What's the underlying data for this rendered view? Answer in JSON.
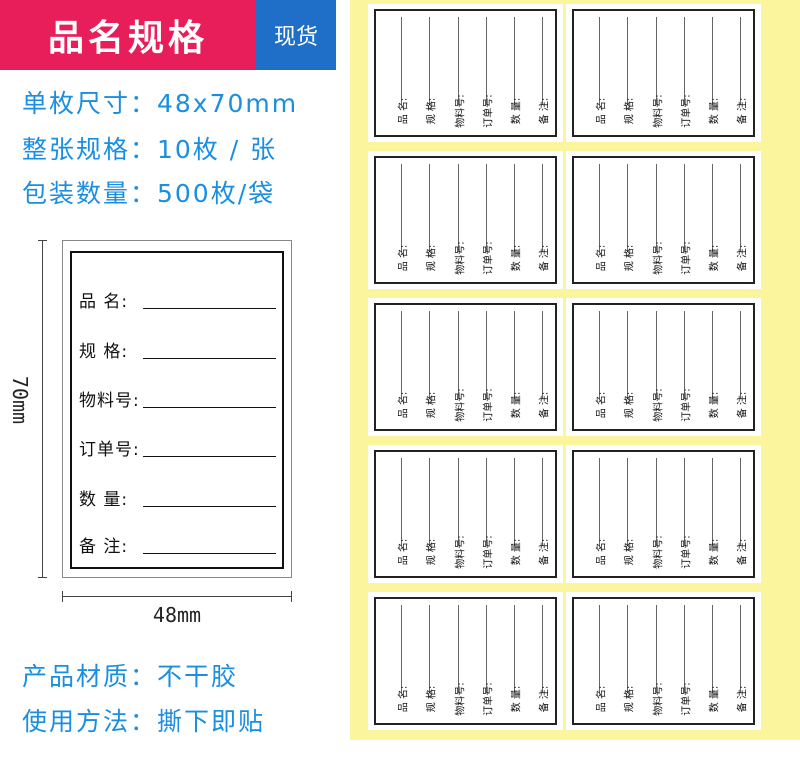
{
  "header": {
    "title": "品名规格",
    "badge": "现货"
  },
  "specs": {
    "size": "单枚尺寸：48x70mm",
    "per_sheet": "整张规格：10枚 / 张",
    "package": "包装数量：500枚/袋",
    "material": "产品材质：不干胶",
    "usage": "使用方法：撕下即贴"
  },
  "sample": {
    "height_label": "70mm",
    "width_label": "48mm",
    "fields": [
      "品  名:",
      "规  格:",
      "物料号:",
      "订单号:",
      "数  量:",
      "备  注:"
    ]
  },
  "sheet": {
    "label_count": 10,
    "columns": 2,
    "fields": [
      "品 名:",
      "规 格:",
      "物料号:",
      "订单号:",
      "数 量:",
      "备 注:"
    ]
  },
  "colors": {
    "header_title_bg": "#e81e5a",
    "header_badge_bg": "#1f6fc8",
    "spec_text": "#1a8ee0",
    "sheet_bg": "#fbf59e"
  }
}
